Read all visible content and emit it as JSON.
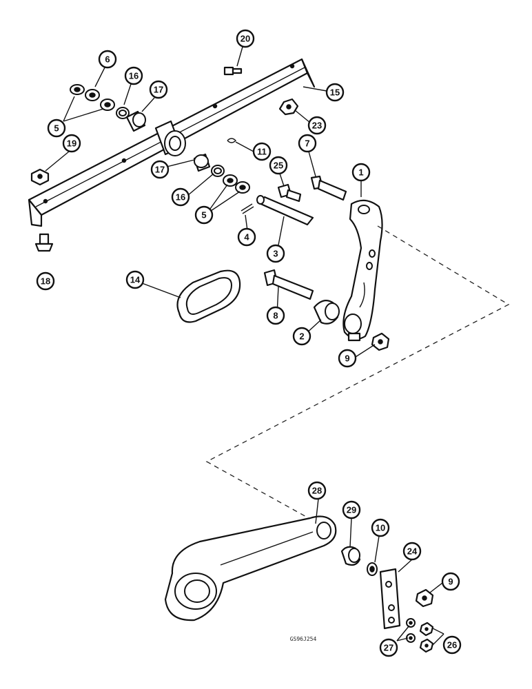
{
  "reference_code": "GS96J254",
  "callouts": [
    {
      "label": "20"
    },
    {
      "label": "6"
    },
    {
      "label": "16"
    },
    {
      "label": "17"
    },
    {
      "label": "15"
    },
    {
      "label": "5"
    },
    {
      "label": "23"
    },
    {
      "label": "19"
    },
    {
      "label": "11"
    },
    {
      "label": "7"
    },
    {
      "label": "25"
    },
    {
      "label": "1"
    },
    {
      "label": "17"
    },
    {
      "label": "16"
    },
    {
      "label": "5"
    },
    {
      "label": "4"
    },
    {
      "label": "3"
    },
    {
      "label": "18"
    },
    {
      "label": "14"
    },
    {
      "label": "8"
    },
    {
      "label": "2"
    },
    {
      "label": "9"
    },
    {
      "label": "28"
    },
    {
      "label": "29"
    },
    {
      "label": "10"
    },
    {
      "label": "24"
    },
    {
      "label": "9"
    },
    {
      "label": "27"
    },
    {
      "label": "26"
    }
  ]
}
